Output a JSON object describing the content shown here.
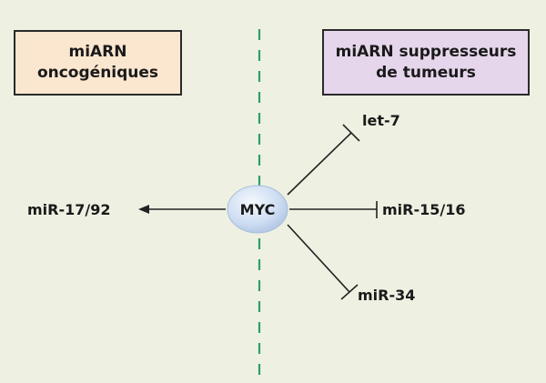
{
  "boxes": {
    "oncogenic": {
      "line1": "miARN",
      "line2": "oncogéniques",
      "fill": "#fbe6cf"
    },
    "suppressor": {
      "line1": "miARN suppresseurs",
      "line2": "de tumeurs",
      "fill": "#e6d6ec"
    }
  },
  "center": {
    "label": "MYC",
    "color": "#cdddf2"
  },
  "targets": {
    "let7": "let-7",
    "mir17_92": "miR-17/92",
    "mir15_16": "miR-15/16",
    "mir34": "miR-34"
  },
  "colors": {
    "background": "#eef1e2",
    "divider": "#2f9e6a",
    "line": "#222222"
  }
}
